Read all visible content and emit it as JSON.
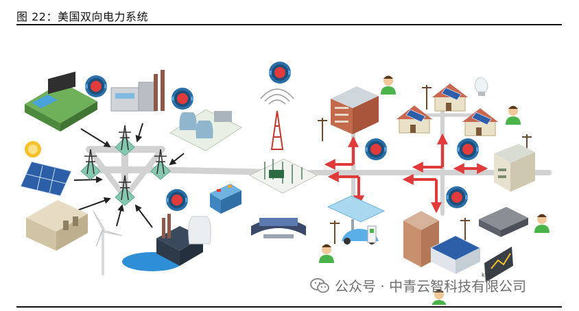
{
  "caption": {
    "figure_label": "图 22：",
    "title": "美国双向电力系统"
  },
  "watermark": {
    "icon": "wechat-icon",
    "text": "公众号 · 中青云智科技有限公司"
  },
  "diagram": {
    "meter_label": "kW",
    "colors": {
      "grid_line": "#cfcfcf",
      "flow_arrow": "#e03a3a",
      "pylon_base": "#86c9b0",
      "meter_ring": "#2a6fa8",
      "meter_core": "#e23b3b"
    }
  }
}
